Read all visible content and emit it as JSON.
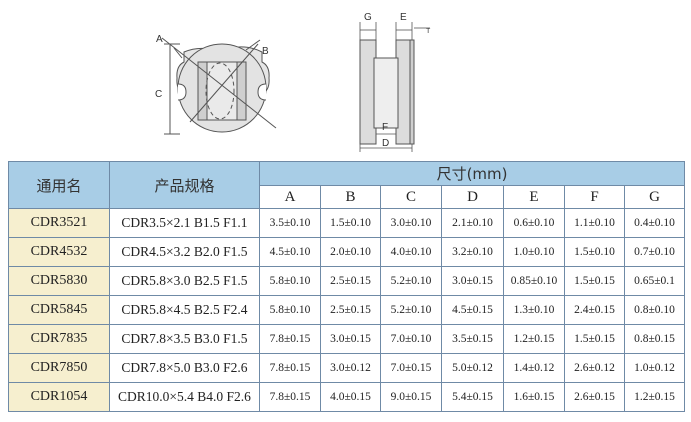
{
  "drawing_labels": {
    "front": {
      "a": "A",
      "b": "B",
      "c": "C"
    },
    "side": {
      "g": "G",
      "e": "E",
      "t": "T",
      "f": "F",
      "d": "D"
    }
  },
  "table": {
    "header_common_name": "通用名",
    "header_spec": "产品规格",
    "header_size": "尺寸(mm)",
    "columns": [
      "A",
      "B",
      "C",
      "D",
      "E",
      "F",
      "G"
    ],
    "rows": [
      {
        "model": "CDR3521",
        "spec": "CDR3.5×2.1 B1.5 F1.1",
        "vals": [
          "3.5±0.10",
          "1.5±0.10",
          "3.0±0.10",
          "2.1±0.10",
          "0.6±0.10",
          "1.1±0.10",
          "0.4±0.10"
        ]
      },
      {
        "model": "CDR4532",
        "spec": "CDR4.5×3.2 B2.0 F1.5",
        "vals": [
          "4.5±0.10",
          "2.0±0.10",
          "4.0±0.10",
          "3.2±0.10",
          "1.0±0.10",
          "1.5±0.10",
          "0.7±0.10"
        ]
      },
      {
        "model": "CDR5830",
        "spec": "CDR5.8×3.0 B2.5 F1.5",
        "vals": [
          "5.8±0.10",
          "2.5±0.15",
          "5.2±0.10",
          "3.0±0.15",
          "0.85±0.10",
          "1.5±0.15",
          "0.65±0.1"
        ]
      },
      {
        "model": "CDR5845",
        "spec": "CDR5.8×4.5 B2.5 F2.4",
        "vals": [
          "5.8±0.10",
          "2.5±0.15",
          "5.2±0.10",
          "4.5±0.15",
          "1.3±0.10",
          "2.4±0.15",
          "0.8±0.10"
        ]
      },
      {
        "model": "CDR7835",
        "spec": "CDR7.8×3.5 B3.0 F1.5",
        "vals": [
          "7.8±0.15",
          "3.0±0.15",
          "7.0±0.10",
          "3.5±0.15",
          "1.2±0.15",
          "1.5±0.15",
          "0.8±0.15"
        ]
      },
      {
        "model": "CDR7850",
        "spec": "CDR7.8×5.0 B3.0 F2.6",
        "vals": [
          "7.8±0.15",
          "3.0±0.12",
          "7.0±0.15",
          "5.0±0.12",
          "1.4±0.12",
          "2.6±0.12",
          "1.0±0.12"
        ]
      },
      {
        "model": "CDR1054",
        "spec": "CDR10.0×5.4 B4.0 F2.6",
        "vals": [
          "7.8±0.15",
          "4.0±0.15",
          "9.0±0.15",
          "5.4±0.15",
          "1.6±0.15",
          "2.6±0.15",
          "1.2±0.15"
        ]
      }
    ]
  }
}
